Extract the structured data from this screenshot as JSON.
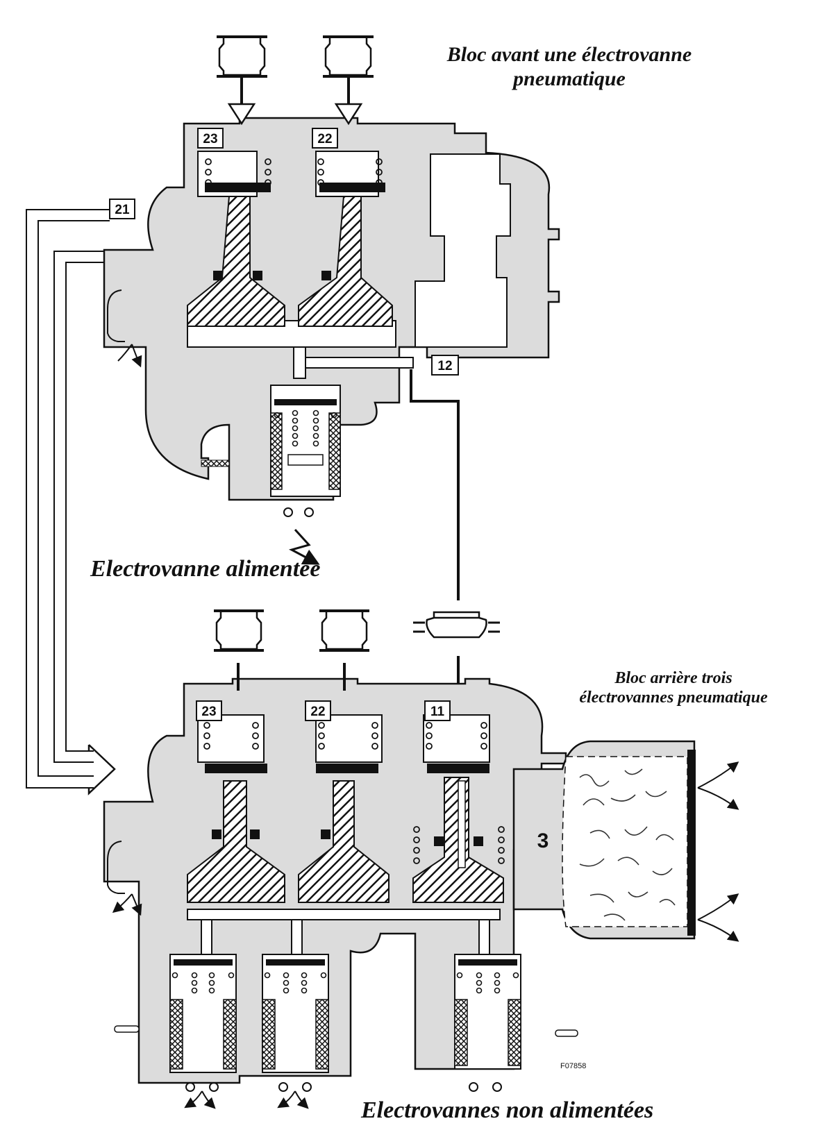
{
  "titles": {
    "front_block": "Bloc avant une électrovanne pneumatique",
    "rear_block": "Bloc arrière trois électrovannes pneumatique",
    "energized": "Electrovanne alimentée",
    "not_energized": "Electrovannes non alimentées"
  },
  "ports": {
    "front": [
      "23",
      "22",
      "21",
      "12"
    ],
    "rear": [
      "23",
      "22",
      "11",
      "3"
    ]
  },
  "figure_ref": "F07858",
  "colors": {
    "body_fill": "#dcdcdc",
    "outline": "#111111",
    "background": "#ffffff"
  }
}
